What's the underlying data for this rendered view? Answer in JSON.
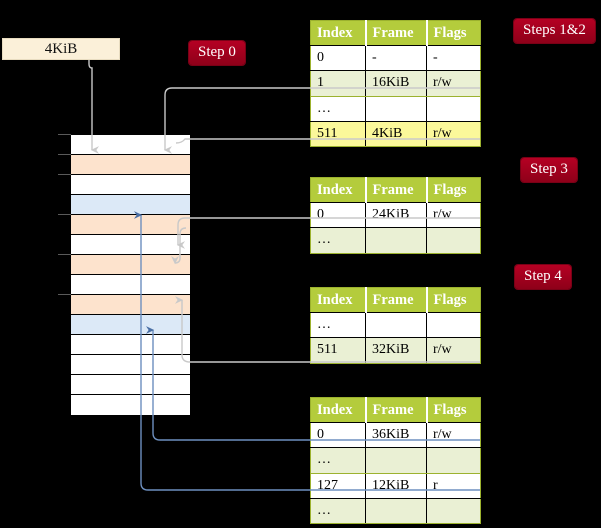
{
  "diagram": {
    "title_hidden": "Multi-level page table walk",
    "background": "#000000",
    "accent_badge": "#a3001e",
    "table_header": "#b4cc3c",
    "highlight": "#fbf89a",
    "orange_row": "#fde3cd",
    "blue_row": "#dce9f7",
    "cream_box": "#fbf0d9"
  },
  "labels": {
    "source_box": "4KiB",
    "step0": "Step 0",
    "steps12": "Steps 1&2",
    "step3": "Step 3",
    "step4": "Step 4"
  },
  "tables": [
    {
      "name": "level4-table",
      "columns": [
        "Index",
        "Frame",
        "Flags"
      ],
      "rows": [
        {
          "index": "0",
          "frame": "-",
          "flags": "-",
          "shade": "white",
          "highlight": false
        },
        {
          "index": "1",
          "frame": "16KiB",
          "flags": "r/w",
          "shade": "alt",
          "highlight": false
        },
        {
          "index": "…",
          "frame": "",
          "flags": "",
          "shade": "white",
          "highlight": false
        },
        {
          "index": "511",
          "frame": "4KiB",
          "flags": "r/w",
          "shade": "alt",
          "highlight": true
        }
      ]
    },
    {
      "name": "level3-table",
      "columns": [
        "Index",
        "Frame",
        "Flags"
      ],
      "rows": [
        {
          "index": "0",
          "frame": "24KiB",
          "flags": "r/w",
          "shade": "white",
          "highlight": false
        },
        {
          "index": "…",
          "frame": "",
          "flags": "",
          "shade": "alt",
          "highlight": false
        }
      ]
    },
    {
      "name": "level2-table",
      "columns": [
        "Index",
        "Frame",
        "Flags"
      ],
      "rows": [
        {
          "index": "…",
          "frame": "",
          "flags": "",
          "shade": "white",
          "highlight": false
        },
        {
          "index": "511",
          "frame": "32KiB",
          "flags": "r/w",
          "shade": "alt",
          "highlight": false
        }
      ]
    },
    {
      "name": "level1-table",
      "columns": [
        "Index",
        "Frame",
        "Flags"
      ],
      "rows": [
        {
          "index": "0",
          "frame": "36KiB",
          "flags": "r/w",
          "shade": "white",
          "highlight": false
        },
        {
          "index": "…",
          "frame": "",
          "flags": "",
          "shade": "alt",
          "highlight": false
        },
        {
          "index": "127",
          "frame": "12KiB",
          "flags": "r",
          "shade": "white",
          "highlight": false
        },
        {
          "index": "…",
          "frame": "",
          "flags": "",
          "shade": "alt",
          "highlight": false
        }
      ]
    }
  ],
  "memory_column": {
    "name": "physical-memory",
    "rows": [
      {
        "shade": "white",
        "tick": true
      },
      {
        "shade": "orange",
        "tick": true
      },
      {
        "shade": "white",
        "tick": true
      },
      {
        "shade": "blue",
        "tick": false
      },
      {
        "shade": "orange",
        "tick": true
      },
      {
        "shade": "white",
        "tick": false
      },
      {
        "shade": "orange",
        "tick": true
      },
      {
        "shade": "white",
        "tick": false
      },
      {
        "shade": "orange",
        "tick": true
      },
      {
        "shade": "blue",
        "tick": false
      },
      {
        "shade": "white",
        "tick": false
      },
      {
        "shade": "white",
        "tick": false
      },
      {
        "shade": "white",
        "tick": false
      },
      {
        "shade": "white",
        "tick": false
      }
    ]
  }
}
